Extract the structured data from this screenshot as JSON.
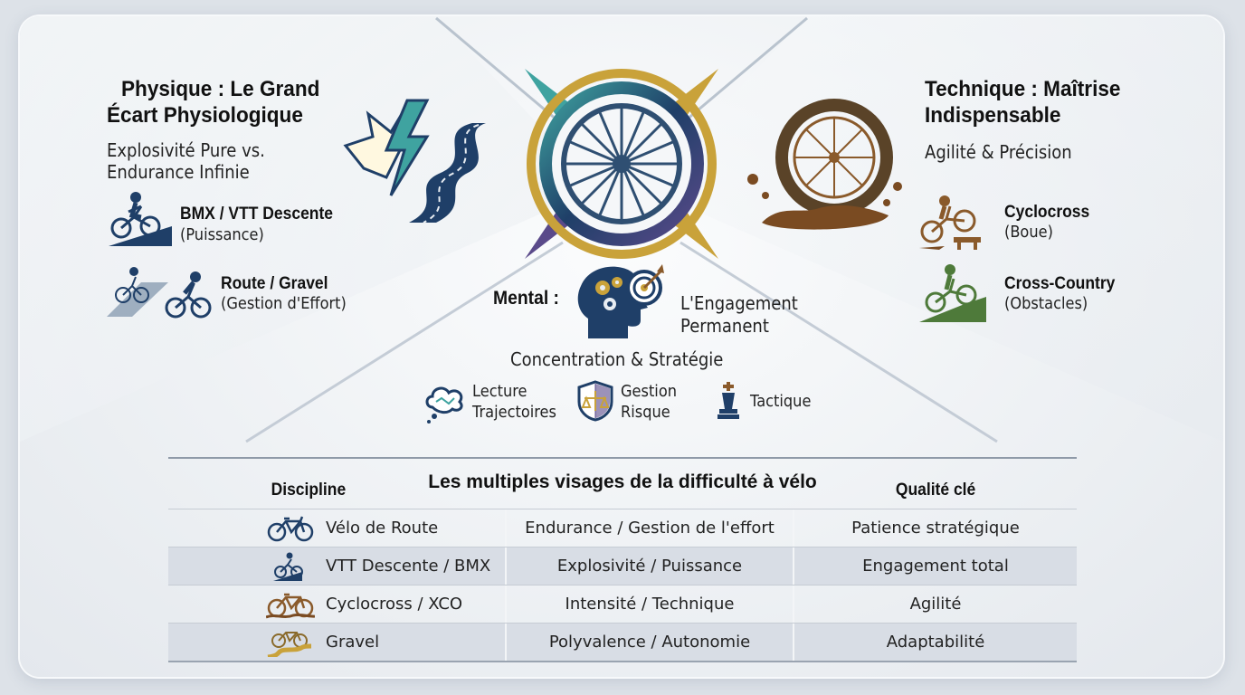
{
  "physique": {
    "title_line1": "Physique : Le Grand",
    "title_line2": "Écart Physiologique",
    "subtitle_line1": "Explosivité Pure vs.",
    "subtitle_line2": "Endurance Infinie",
    "items": [
      {
        "name": "BMX / VTT Descente",
        "detail": "(Puissance)"
      },
      {
        "name": "Route / Gravel",
        "detail": "(Gestion d'Effort)"
      }
    ]
  },
  "technique": {
    "title_line1": "Technique : Maîtrise",
    "title_line2": "Indispensable",
    "subtitle": "Agilité & Précision",
    "items": [
      {
        "name": "Cyclocross",
        "detail": "(Boue)"
      },
      {
        "name": "Cross-Country",
        "detail": "(Obstacles)"
      }
    ]
  },
  "mental": {
    "label": "Mental :",
    "title_line1": "L'Engagement",
    "title_line2": "Permanent",
    "subtitle": "Concentration & Stratégie",
    "items": [
      {
        "line1": "Lecture",
        "line2": "Trajectoires"
      },
      {
        "line1": "Gestion",
        "line2": "Risque"
      },
      {
        "line1": "Tactique",
        "line2": ""
      }
    ]
  },
  "table": {
    "caption": "Les multiples visages de la difficulté à vélo",
    "headers": [
      "Discipline",
      "",
      "Qualité clé"
    ],
    "rows": [
      {
        "discipline": "Vélo de Route",
        "effort": "Endurance / Gestion de l'effort",
        "qualite": "Patience stratégique",
        "icon": "road-bike-icon"
      },
      {
        "discipline": "VTT Descente / BMX",
        "effort": "Explosivité / Puissance",
        "qualite": "Engagement total",
        "icon": "downhill-rider-icon"
      },
      {
        "discipline": "Cyclocross / XCO",
        "effort": "Intensité / Technique",
        "qualite": "Agilité",
        "icon": "cyclocross-bike-icon"
      },
      {
        "discipline": "Gravel",
        "effort": "Polyvalence / Autonomie",
        "qualite": "Adaptabilité",
        "icon": "gravel-bike-icon"
      }
    ]
  },
  "colors": {
    "navy": "#1f3f68",
    "teal": "#3fa3a0",
    "brown": "#8a5a2b",
    "green": "#4e7a3a",
    "gold": "#c9a23a",
    "purple": "#5a4a8a"
  }
}
